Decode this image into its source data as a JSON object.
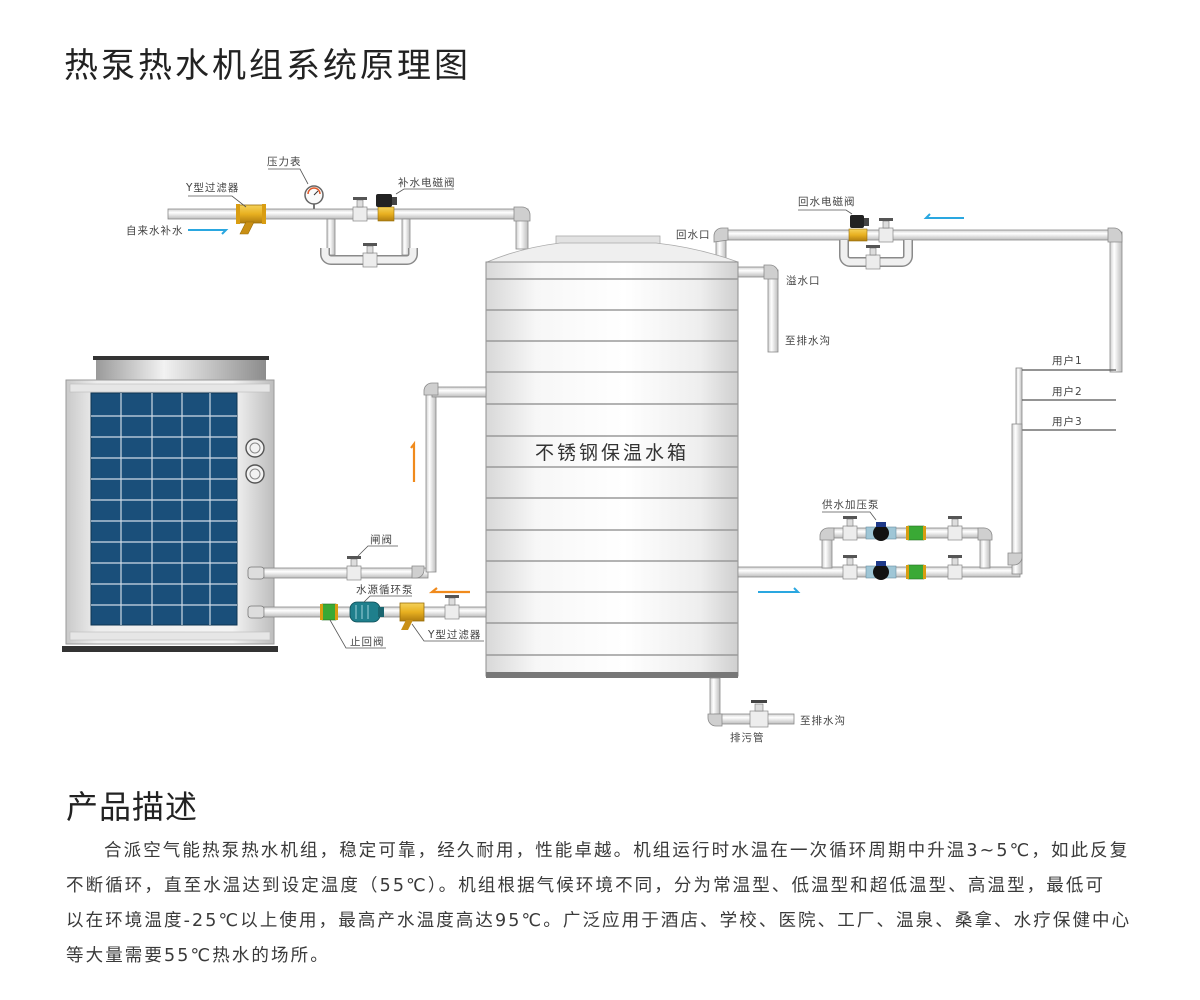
{
  "header": {
    "title": "热泵热水机组系统原理图"
  },
  "diagram": {
    "tank_label": "不锈钢保温水箱",
    "labels": {
      "pressure_gauge": "压力表",
      "y_filter_top": "Y型过滤器",
      "makeup_solenoid": "补水电磁阀",
      "tap_water_makeup": "自来水补水",
      "return_solenoid": "回水电磁阀",
      "return_inlet": "回水口",
      "overflow": "溢水口",
      "to_drain_top": "至排水沟",
      "user1": "用户1",
      "user2": "用户2",
      "user3": "用户3",
      "booster_pump": "供水加压泵",
      "gate_valve": "闸阀",
      "circulation_pump": "水源循环泵",
      "check_valve": "止回阀",
      "y_filter_bottom": "Y型过滤器",
      "sewage_pipe": "排污管",
      "to_drain_bottom": "至排水沟"
    },
    "colors": {
      "cold_flow": "#2aa7e0",
      "hot_flow": "#f08a1c",
      "brass": "#e8b020",
      "coil_blue": "#1a4f7a",
      "pipe": "#f2f2f2",
      "valve_green": "#3aa935"
    }
  },
  "description": {
    "heading": "产品描述",
    "lines": [
      "合派空气能热泵热水机组，稳定可靠，经久耐用，性能卓越。机组运行时水温在一次循环周期中升温3~5℃，如此反复",
      "不断循环，直至水温达到设定温度（55℃）。机组根据气候环境不同，分为常温型、低温型和超低温型、高温型，最低可",
      "以在环境温度-25℃以上使用，最高产水温度高达95℃。广泛应用于酒店、学校、医院、工厂、温泉、桑拿、水疗保健中心",
      "等大量需要55℃热水的场所。"
    ]
  }
}
